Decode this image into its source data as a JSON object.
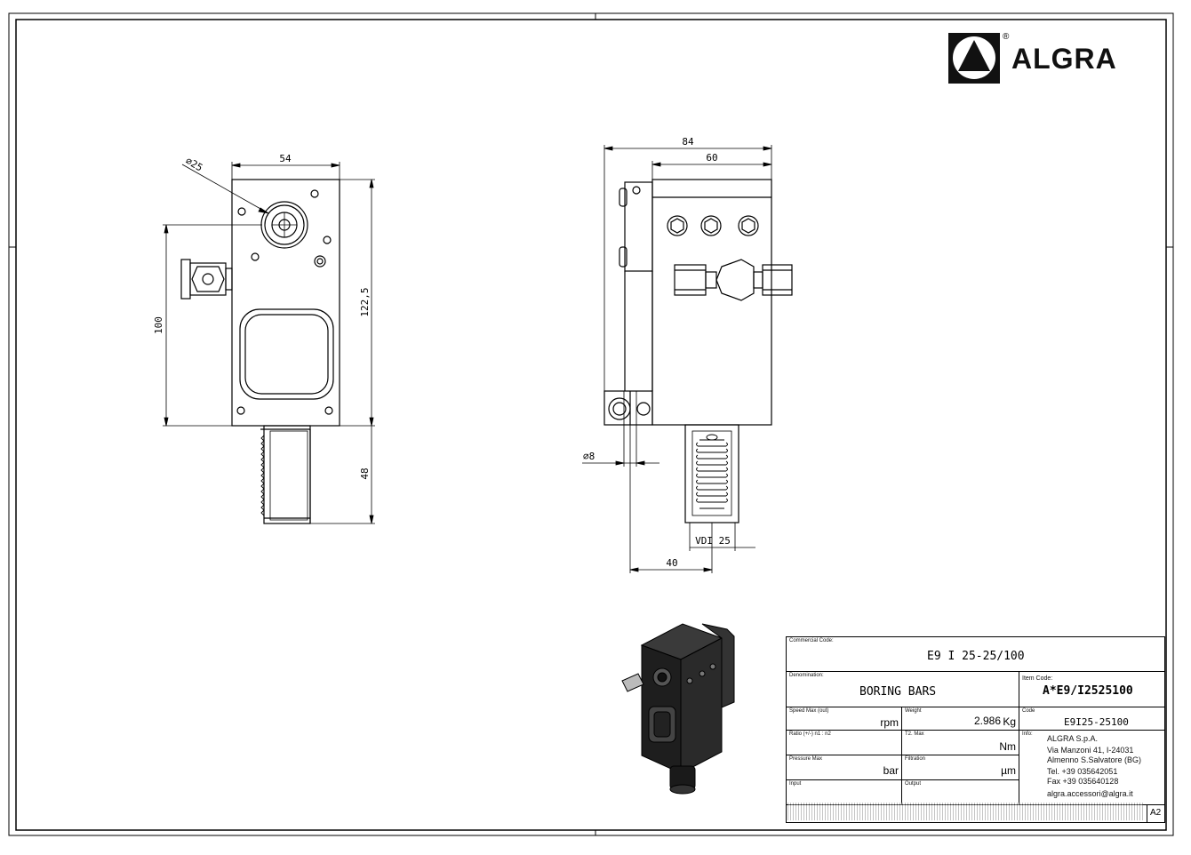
{
  "logo": {
    "brand": "ALGRA",
    "registered": "®"
  },
  "dimensions": {
    "front_width": "54",
    "bore_diameter": "∅25",
    "center_height": "100",
    "body_height": "122,5",
    "shank_length": "48",
    "side_total_width": "84",
    "side_body_width": "60",
    "hole_diameter": "∅8",
    "shank_label": "VDI 25",
    "offset": "40"
  },
  "title_block": {
    "commercial_code_caption": "Commercial Code:",
    "commercial_code": "E9 I 25-25/100",
    "denomination_caption": "Denomination:",
    "denomination": "BORING BARS",
    "item_code_caption": "Item Code:",
    "item_code": "A*E9/I2525100",
    "speed_caption": "Speed Max (out)",
    "speed_unit": "rpm",
    "weight_caption": "Weight",
    "weight_value": "2.986",
    "weight_unit": "Kg",
    "code_caption": "Code",
    "code": "E9I25-25100",
    "ratio_caption": "Ratio (+/-) n1 : n2",
    "torque_caption": "T2. Max",
    "torque_unit": "Nm",
    "info_caption": "Info:",
    "pressure_caption": "Pressure Max",
    "pressure_unit": "bar",
    "filtration_caption": "Filtration",
    "filtration_unit": "µm",
    "input_caption": "Input",
    "output_caption": "Output",
    "sheet_size": "A2"
  },
  "company": {
    "name": "ALGRA S.p.A.",
    "address1": "Via Manzoni 41, I-24031",
    "address2": "Almenno S.Salvatore (BG)",
    "tel": "Tel. +39 035642051",
    "fax": "Fax +39 035640128",
    "email": "algra.accessori@algra.it"
  }
}
